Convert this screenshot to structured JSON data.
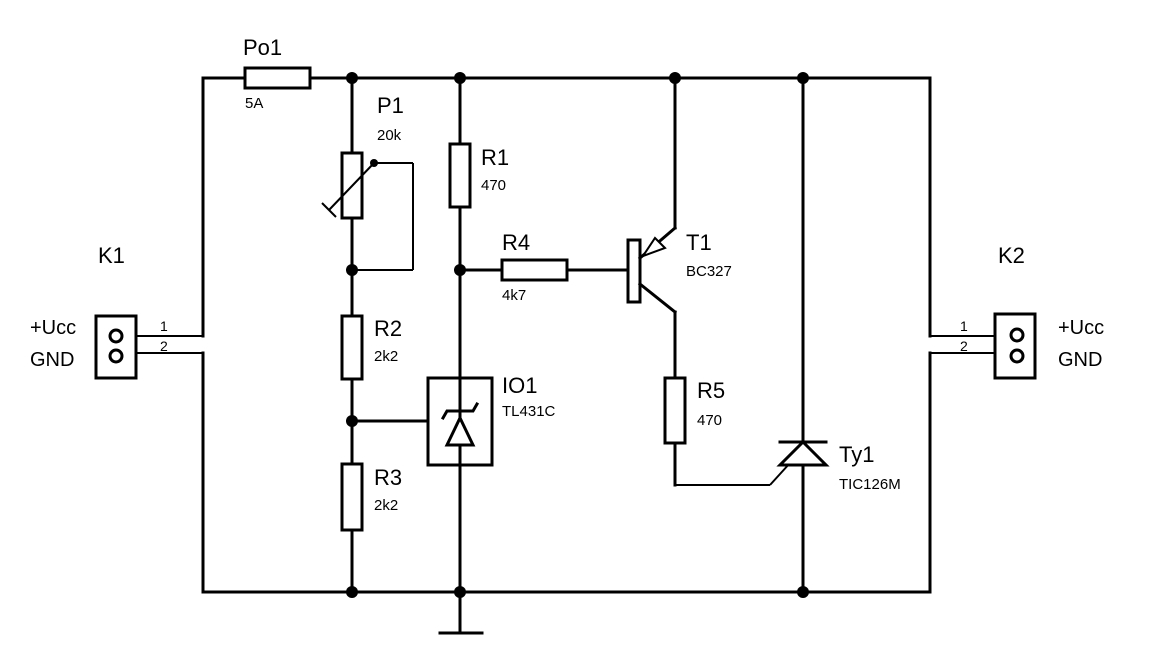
{
  "components": {
    "fuse": {
      "ref": "Po1",
      "value": "5A"
    },
    "p1": {
      "ref": "P1",
      "value": "20k"
    },
    "r1": {
      "ref": "R1",
      "value": "470"
    },
    "r2": {
      "ref": "R2",
      "value": "2k2"
    },
    "r3": {
      "ref": "R3",
      "value": "2k2"
    },
    "r4": {
      "ref": "R4",
      "value": "4k7"
    },
    "r5": {
      "ref": "R5",
      "value": "470"
    },
    "t1": {
      "ref": "T1",
      "value": "BC327"
    },
    "io1": {
      "ref": "IO1",
      "value": "TL431C"
    },
    "ty1": {
      "ref": "Ty1",
      "value": "TIC126M"
    }
  },
  "connectors": {
    "k1": {
      "ref": "K1",
      "pin1": "1",
      "pin2": "2",
      "net1": "+Ucc",
      "net2": "GND"
    },
    "k2": {
      "ref": "K2",
      "pin1": "1",
      "pin2": "2",
      "net1": "+Ucc",
      "net2": "GND"
    }
  }
}
